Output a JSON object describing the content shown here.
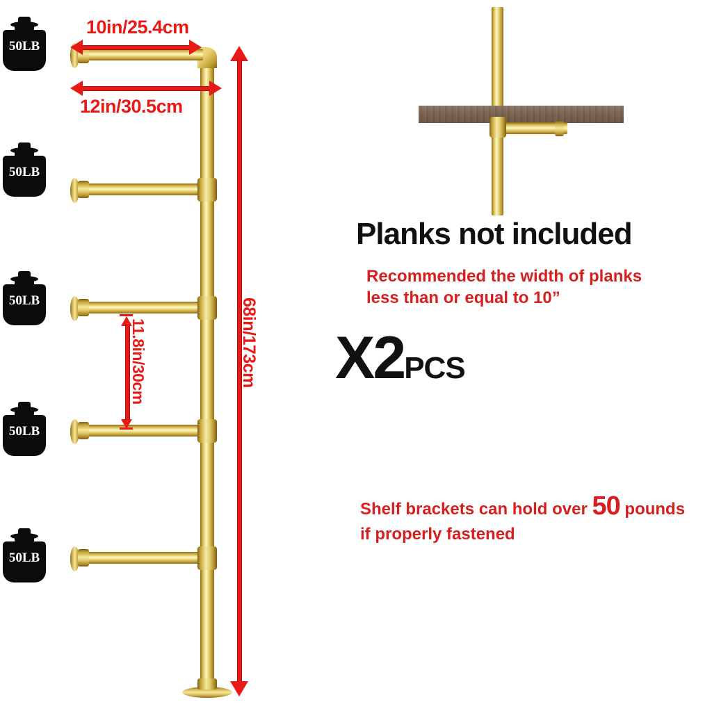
{
  "product": {
    "dimensions": {
      "shelf_arm_usable": "10in/25.4cm",
      "shelf_arm_total": "12in/30.5cm",
      "shelf_spacing": "11.8in/30cm",
      "total_height": "68in/173cm"
    },
    "weight_badges": [
      {
        "label": "50LB"
      },
      {
        "label": "50LB"
      },
      {
        "label": "50LB"
      },
      {
        "label": "50LB"
      },
      {
        "label": "50LB"
      }
    ],
    "notices": {
      "headline": "Planks not included",
      "recommendation_line1": "Recommended the width of planks",
      "recommendation_line2": "less than or equal to 10”",
      "quantity_big": "X2",
      "quantity_small": "PCS",
      "capacity_line1_pre": "Shelf brackets can hold over ",
      "capacity_number": "50",
      "capacity_line1_post": " pounds",
      "capacity_line2": "if properly fastened"
    },
    "colors": {
      "pipe_gold": "#e0c15a",
      "pipe_gold_highlight": "#fdf6c8",
      "pipe_gold_shadow": "#8a6b1e",
      "wood_plank": "#79624f",
      "dimension_red": "#e81a17",
      "notice_red": "#d5201f",
      "text_black": "#111111",
      "badge_black": "#0b0b0b",
      "background": "#ffffff"
    }
  }
}
